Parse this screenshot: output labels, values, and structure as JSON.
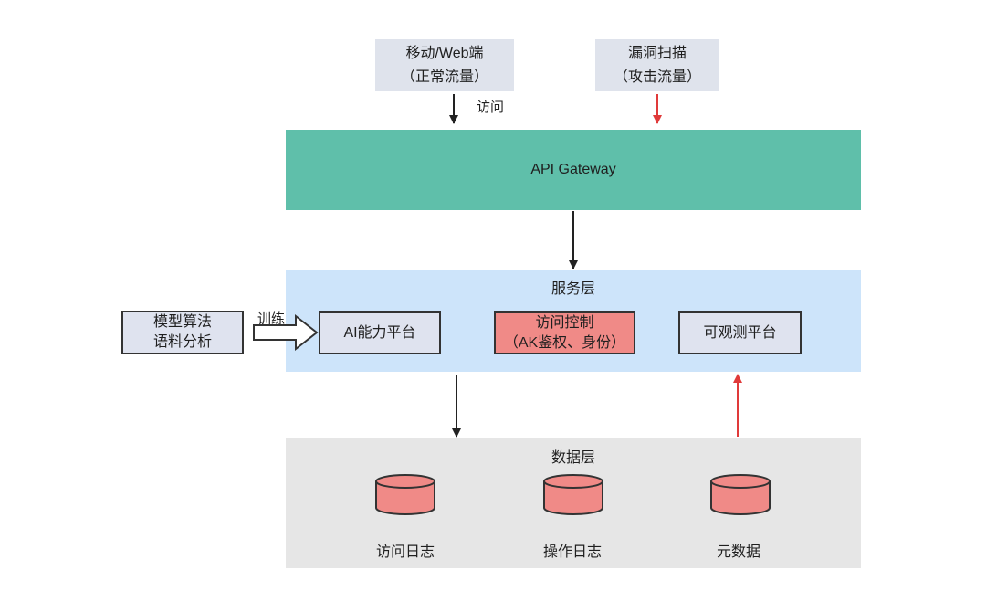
{
  "sources": {
    "normal": {
      "line1": "移动/Web端",
      "line2": "（正常流量）"
    },
    "attack": {
      "line1": "漏洞扫描",
      "line2": "（攻击流量）"
    }
  },
  "edges": {
    "access_label": "访问",
    "train_label": "训练"
  },
  "gateway": {
    "label": "API Gateway"
  },
  "service_layer": {
    "title": "服务层",
    "nodes": [
      {
        "label": "AI能力平台"
      },
      {
        "line1": "访问控制",
        "line2": "（AK鉴权、身份）"
      },
      {
        "label": "可观测平台"
      }
    ]
  },
  "external": {
    "line1": "模型算法",
    "line2": "语料分析"
  },
  "data_layer": {
    "title": "数据层",
    "stores": [
      {
        "label": "访问日志"
      },
      {
        "label": "操作日志"
      },
      {
        "label": "元数据"
      }
    ]
  },
  "colors": {
    "gateway": "#5fbfaa",
    "service_layer": "#cde4fa",
    "data_layer": "#e6e6e6",
    "highlight": "#f08a87",
    "attack_arrow": "#e03a3a",
    "normal_arrow": "#222222"
  }
}
